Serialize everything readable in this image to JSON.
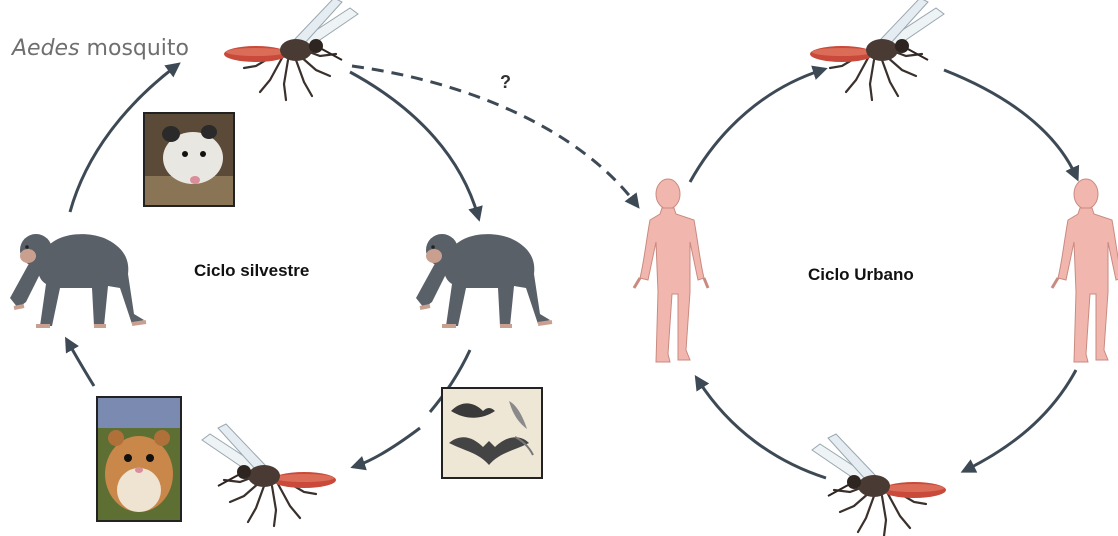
{
  "labels": {
    "vector_genus": "Aedes",
    "vector_common": "mosquito",
    "question_mark": "?",
    "sylvatic_cycle": "Ciclo silvestre",
    "urban_cycle": "Ciclo Urbano"
  },
  "colors": {
    "arrow": "#3d4a55",
    "human_skin": "#f1b7ae",
    "primate_fur": "#5a6068",
    "mosquito_body": "#4a3a34",
    "mosquito_abdomen": "#c94a3a"
  },
  "hosts": {
    "sylvatic": [
      "primate",
      "opossum",
      "hamster",
      "bat",
      "aedes-mosquito"
    ],
    "urban": [
      "human",
      "aedes-mosquito"
    ]
  }
}
